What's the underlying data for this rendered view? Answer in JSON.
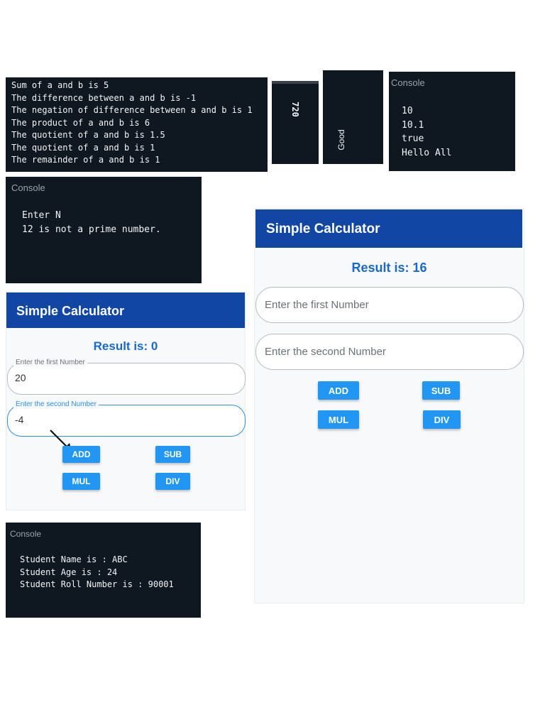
{
  "ops_output": {
    "lines": [
      "Sum of a and b is 5",
      "The difference between a and b is -1",
      "The negation of difference between a and b is 1",
      "The product of a and b is 6",
      "The quotient of a and b is 1.5",
      "The quotient of a and b is 1",
      "The remainder of a and b is 1"
    ]
  },
  "rotated_output_1": {
    "text": "720"
  },
  "rotated_output_2": {
    "text": "Good"
  },
  "console_values": {
    "label": "Console",
    "lines": [
      "10",
      "10.1",
      "true",
      "Hello All"
    ]
  },
  "console_prime": {
    "label": "Console",
    "lines": [
      "Enter N",
      "12 is not a prime number."
    ]
  },
  "calc_small": {
    "title": "Simple Calculator",
    "result": "Result is: 0",
    "first_label": "Enter the first Number",
    "first_value": "20",
    "second_label": "Enter the second Number",
    "second_value": "-4",
    "buttons": {
      "add": "ADD",
      "sub": "SUB",
      "mul": "MUL",
      "div": "DIV"
    }
  },
  "calc_large": {
    "title": "Simple Calculator",
    "result": "Result is: 16",
    "first_placeholder": "Enter the first Number",
    "second_placeholder": "Enter the second Number",
    "buttons": {
      "add": "ADD",
      "sub": "SUB",
      "mul": "MUL",
      "div": "DIV"
    }
  },
  "console_student": {
    "label": "Console",
    "lines": [
      "Student Name is : ABC",
      "Student Age is : 24",
      "Student Roll Number is : 90001"
    ]
  },
  "colors": {
    "console_bg": "#0f1720",
    "header_blue": "#1146a5",
    "button_blue": "#2196f3",
    "result_blue": "#1a69c6"
  }
}
